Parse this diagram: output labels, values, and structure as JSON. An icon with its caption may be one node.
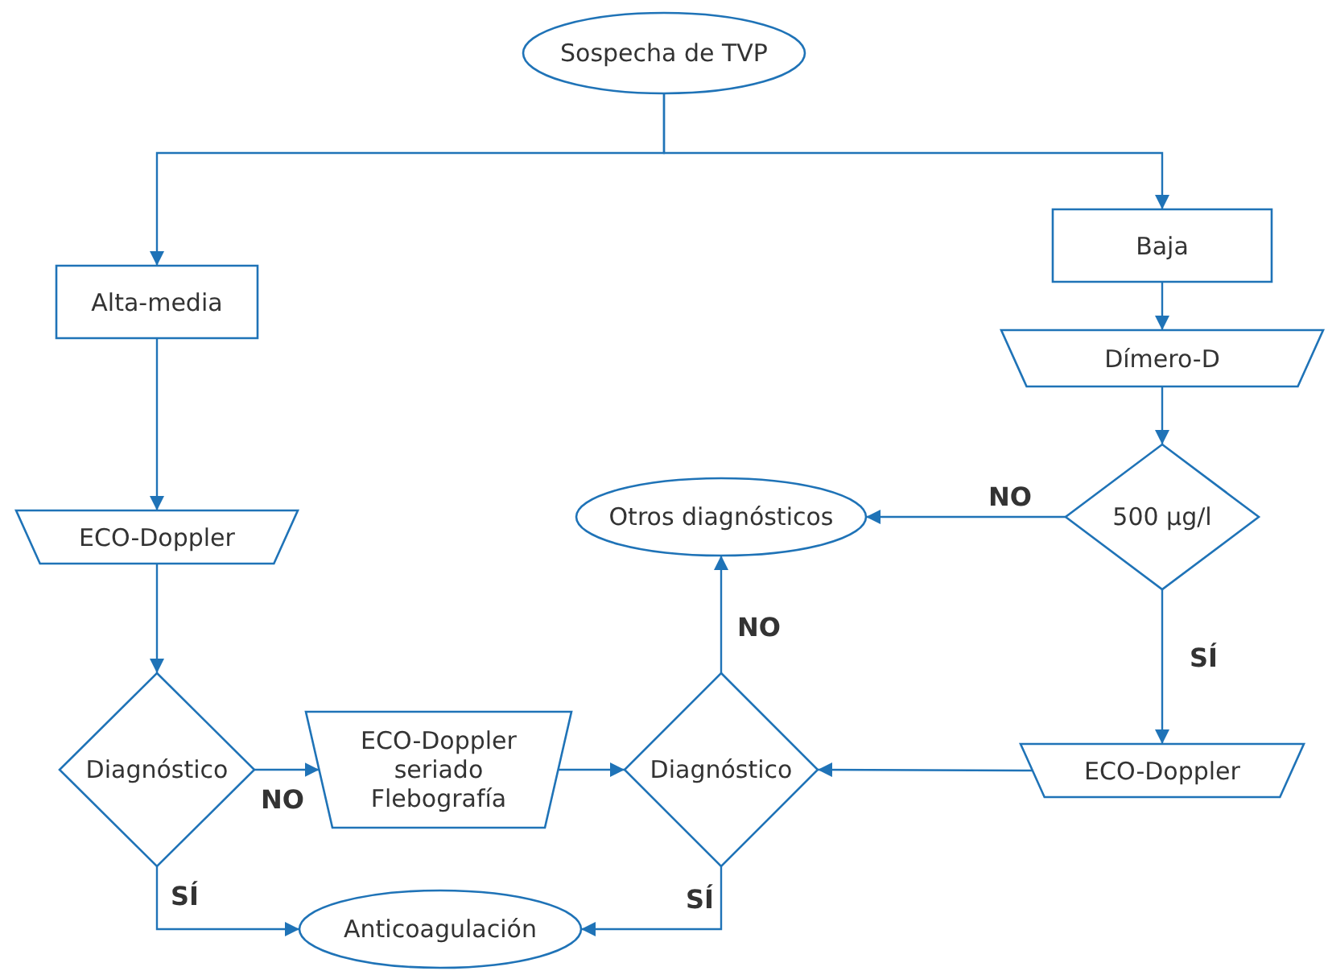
{
  "diagram": {
    "nodes": [
      {
        "text": [
          "Sospecha de TVP"
        ]
      },
      {
        "text": [
          "Alta-media"
        ]
      },
      {
        "text": [
          "Baja"
        ]
      },
      {
        "text": [
          "Dímero-D"
        ]
      },
      {
        "text": [
          "500 μg/l"
        ]
      },
      {
        "text": [
          "Otros diagnósticos"
        ]
      },
      {
        "text": [
          "ECO-Doppler"
        ]
      },
      {
        "text": [
          "Diagnóstico"
        ]
      },
      {
        "text": [
          "ECO-Doppler seriado Flebografía"
        ]
      },
      {
        "text": [
          "Diagnóstico"
        ]
      },
      {
        "text": [
          "ECO-Doppler"
        ]
      },
      {
        "text": [
          "Anticoagulación"
        ]
      }
    ],
    "edges": [
      {
        "from": 0,
        "to": 1,
        "arrow": "to"
      },
      {
        "from": 0,
        "to": 2,
        "arrow": "to"
      },
      {
        "from": 1,
        "to": 6,
        "arrow": "to"
      },
      {
        "from": 2,
        "to": 3,
        "arrow": "to"
      },
      {
        "from": 3,
        "to": 4,
        "arrow": "to"
      },
      {
        "from": 4,
        "to": 5,
        "arrow": "to",
        "label": "NO"
      },
      {
        "from": 4,
        "to": 10,
        "arrow": "to",
        "label": "SÍ"
      },
      {
        "from": 6,
        "to": 7,
        "arrow": "to"
      },
      {
        "from": 7,
        "to": 8,
        "arrow": "to",
        "label": "NO"
      },
      {
        "from": 7,
        "to": 11,
        "arrow": "to",
        "label": "SÍ"
      },
      {
        "from": 8,
        "to": 9,
        "arrow": "to"
      },
      {
        "from": 10,
        "to": 9,
        "arrow": "to"
      },
      {
        "from": 9,
        "to": 5,
        "arrow": "to",
        "label": "NO"
      },
      {
        "from": 9,
        "to": 11,
        "arrow": "to",
        "label": "SÍ"
      }
    ]
  }
}
